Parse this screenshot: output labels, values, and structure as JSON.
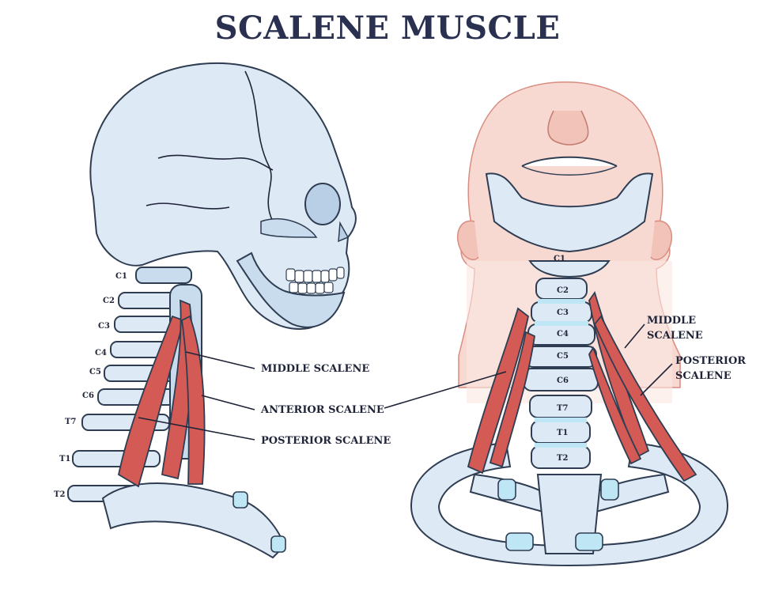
{
  "title": "SCALENE MUSCLE",
  "colors": {
    "title": "#2a3150",
    "bone": "#dde9f5",
    "bone_shade": "#b9cfe5",
    "muscle": "#d35a55",
    "skin": "#f6cfc6",
    "cartilage": "#bfe6f5",
    "outline": "#2f3d52"
  },
  "side_view": {
    "vertebrae": [
      "C1",
      "C2",
      "C3",
      "C4",
      "C5",
      "C6",
      "T7",
      "T1",
      "T2"
    ],
    "labels": {
      "middle": "MIDDLE SCALENE",
      "anterior": "ANTERIOR SCALENE",
      "posterior": "POSTERIOR SCALENE"
    }
  },
  "front_view": {
    "vertebrae": [
      "C1",
      "C2",
      "C3",
      "C4",
      "C5",
      "C6",
      "T7",
      "T1",
      "T2"
    ],
    "labels": {
      "middle_1": "MIDDLE",
      "middle_2": "SCALENE",
      "posterior_1": "POSTERIOR",
      "posterior_2": "SCALENE"
    }
  }
}
